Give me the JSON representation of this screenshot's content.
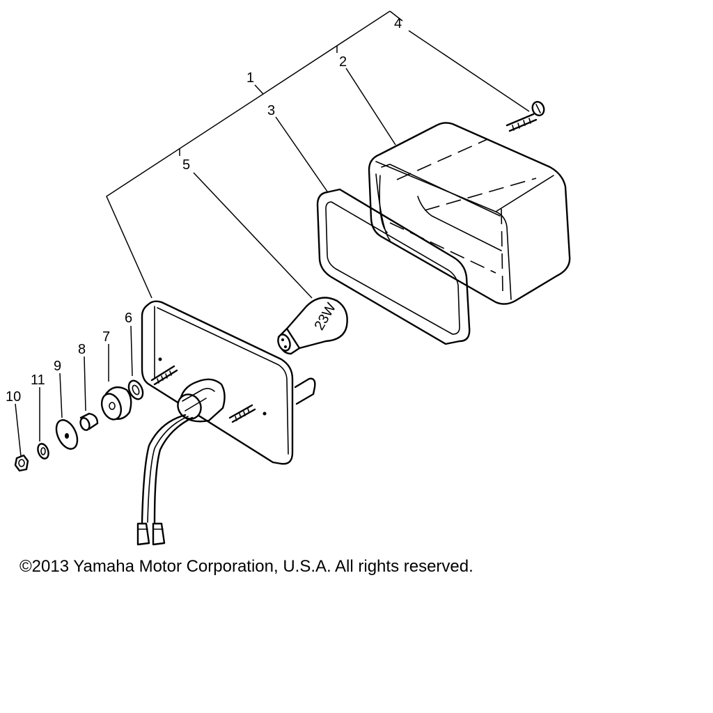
{
  "callouts": {
    "c1": "1",
    "c2": "2",
    "c3": "3",
    "c4": "4",
    "c5": "5",
    "c6": "6",
    "c7": "7",
    "c8": "8",
    "c9": "9",
    "c10": "10",
    "c11": "11"
  },
  "bulb_marking": "23W",
  "footer": {
    "copyright": "©2013 Yamaha Motor Corporation, U.S.A. All rights reserved."
  }
}
